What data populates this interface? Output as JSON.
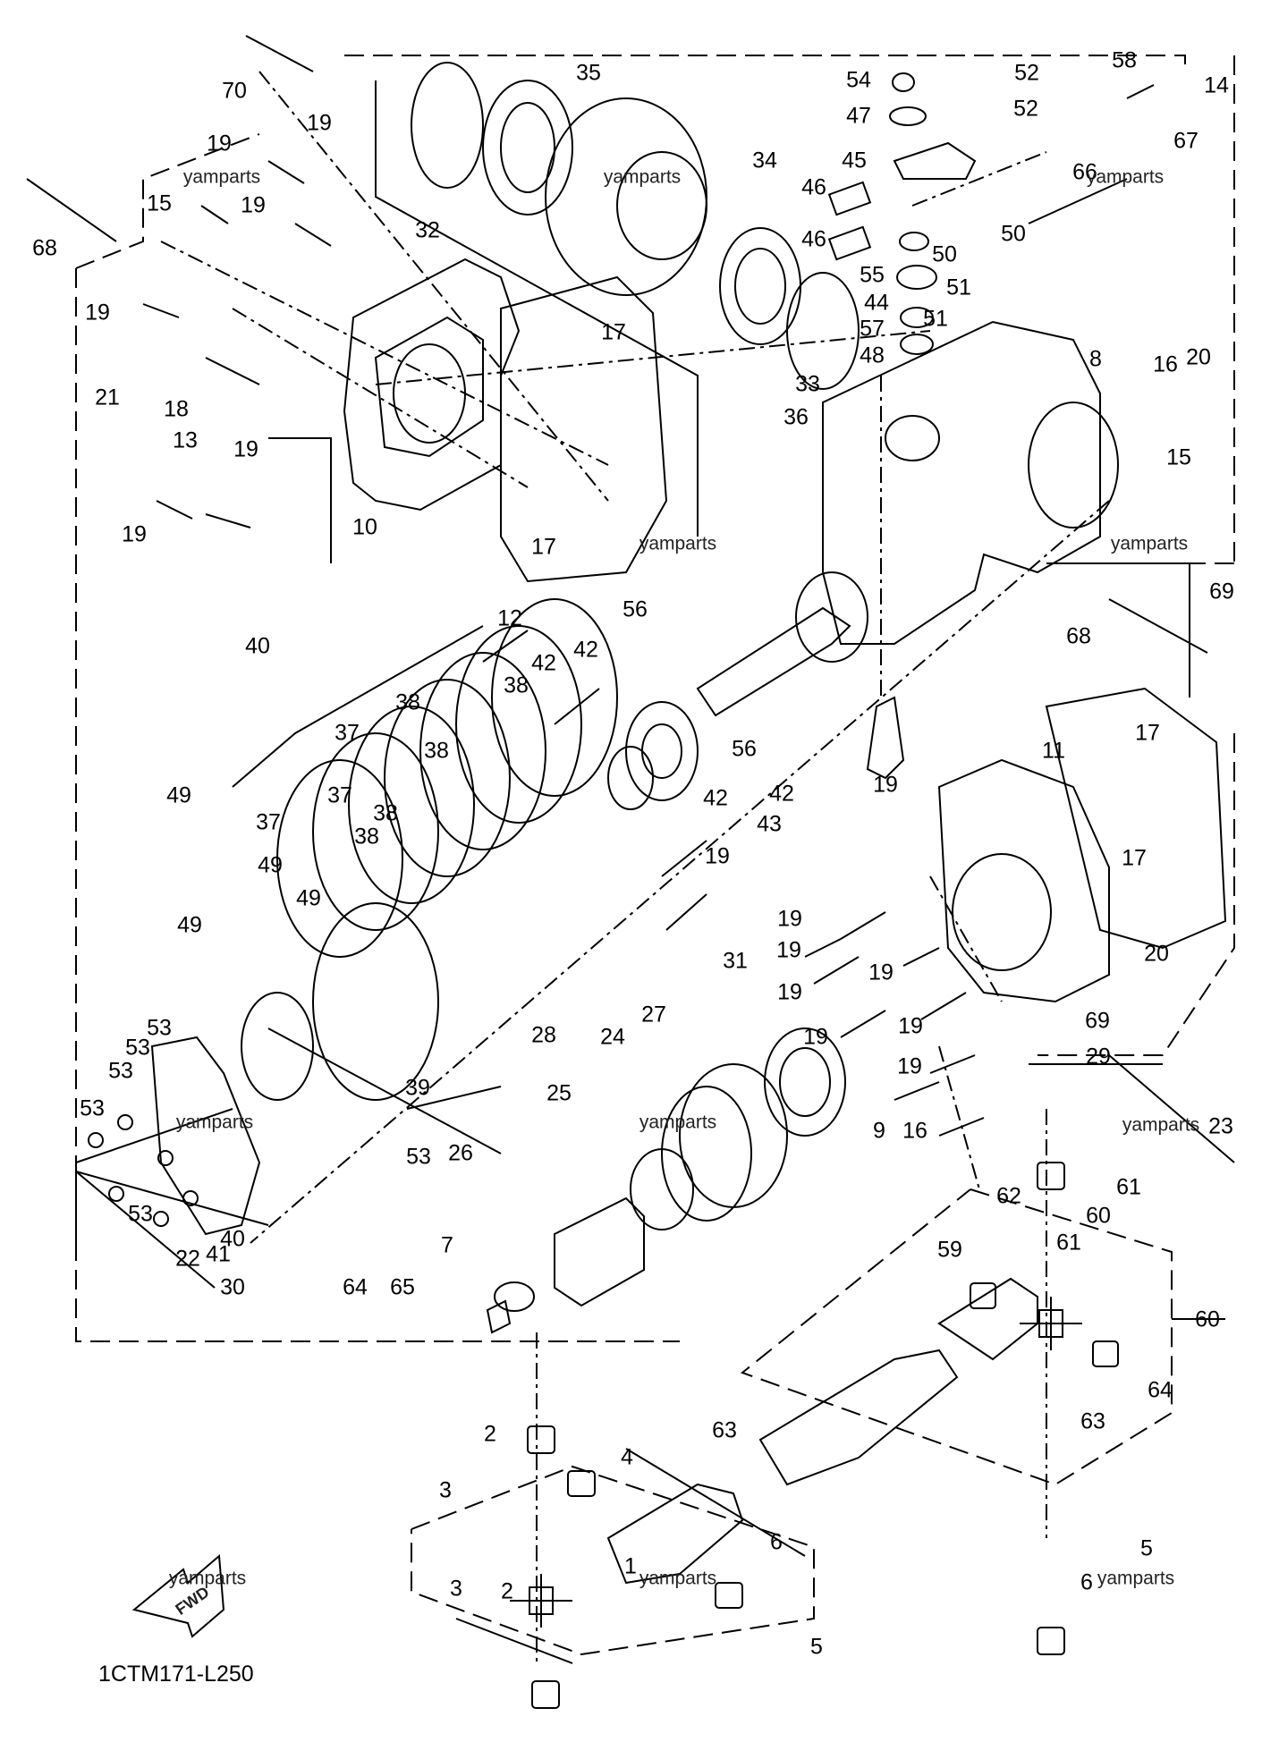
{
  "diagram_code": "1CTM171-L250",
  "fwd_label": "FWD",
  "watermark": "yamparts",
  "callouts": [
    "70",
    "19",
    "19",
    "19",
    "15",
    "68",
    "19",
    "21",
    "18",
    "13",
    "19",
    "19",
    "10",
    "32",
    "35",
    "34",
    "36",
    "33",
    "17",
    "17",
    "12",
    "54",
    "47",
    "45",
    "46",
    "46",
    "52",
    "52",
    "58",
    "14",
    "67",
    "66",
    "55",
    "50",
    "50",
    "51",
    "51",
    "44",
    "57",
    "48",
    "8",
    "16",
    "20",
    "15",
    "69",
    "68",
    "11",
    "17",
    "17",
    "40",
    "42",
    "42",
    "56",
    "38",
    "38",
    "37",
    "38",
    "37",
    "38",
    "37",
    "38",
    "49",
    "49",
    "49",
    "49",
    "39",
    "53",
    "53",
    "53",
    "53",
    "53",
    "53",
    "22",
    "41",
    "40",
    "30",
    "28",
    "56",
    "42",
    "42",
    "43",
    "19",
    "19",
    "19",
    "19",
    "19",
    "19",
    "19",
    "19",
    "19",
    "9",
    "16",
    "20",
    "69",
    "29",
    "23",
    "31",
    "27",
    "24",
    "25",
    "26",
    "7",
    "65",
    "64",
    "63",
    "61",
    "60",
    "62",
    "59",
    "61",
    "60",
    "64",
    "63",
    "5",
    "6",
    "2",
    "3",
    "4",
    "3",
    "2",
    "1",
    "6",
    "5"
  ]
}
